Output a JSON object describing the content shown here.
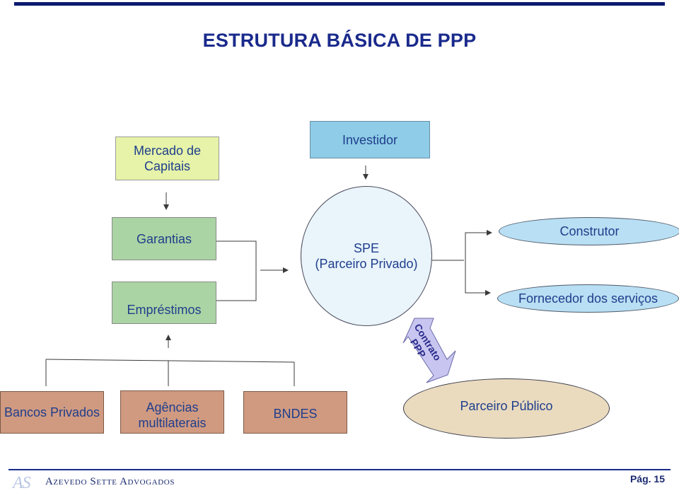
{
  "title": "ESTRUTURA BÁSICA DE PPP",
  "nodes": {
    "mercado_line1": "Mercado de",
    "mercado_line2": "Capitais",
    "investidor": "Investidor",
    "garantias": "Garantias",
    "emprestimos": "Empréstimos",
    "spe_line1": "SPE",
    "spe_line2": "(Parceiro Privado)",
    "construtor": "Construtor",
    "fornecedor": "Fornecedor dos serviços",
    "bancos": "Bancos Privados",
    "agencias_line1": "Agências",
    "agencias_line2": "multilaterais",
    "bndes": "BNDES",
    "parceiro_publico": "Parceiro Público",
    "contrato_line1": "Contrato",
    "contrato_line2": "PPP"
  },
  "colors": {
    "title": "#1a2a8c",
    "text": "#1f3e8c",
    "mercado_fill": "#e6f3a8",
    "investidor_fill": "#8ecce7",
    "green_fill": "#abd4a4",
    "brown_fill": "#d09a80",
    "spe_fill": "#e9f4fb",
    "blue_ellipse_fill": "#b8dff3",
    "publico_fill": "#eadbbf",
    "contrato_fill": "#c8c6f0"
  },
  "footer": {
    "logo_mark": "AS",
    "firm": "Azevedo Sette Advogados",
    "page": "Pág. 15"
  }
}
